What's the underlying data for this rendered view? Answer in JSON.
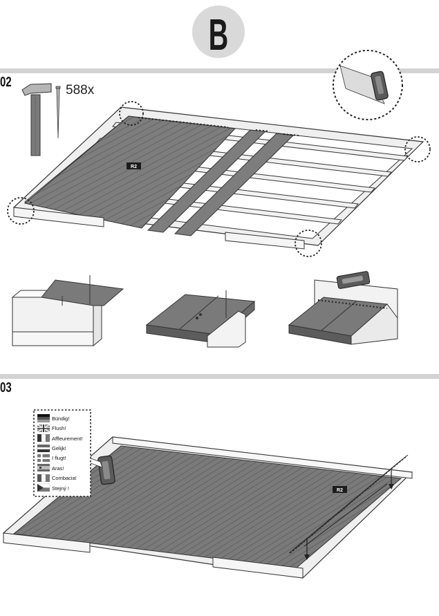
{
  "chapter": {
    "letter": "B"
  },
  "steps": [
    {
      "number": "02",
      "nail_count": "588x",
      "board_label": "R2"
    },
    {
      "number": "03",
      "board_label": "R2"
    }
  ],
  "legend": {
    "items": [
      {
        "flag": "de",
        "text": "Bündig!"
      },
      {
        "flag": "gb",
        "text": "Flush!"
      },
      {
        "flag": "fr",
        "text": "Affleurement!"
      },
      {
        "flag": "nl",
        "text": "Gelijk!"
      },
      {
        "flag": "dk",
        "text": "I flugt!"
      },
      {
        "flag": "es",
        "text": "Aras!"
      },
      {
        "flag": "it",
        "text": "Combacia!"
      },
      {
        "flag": "cz",
        "text": "Stejný !"
      }
    ]
  },
  "colors": {
    "board": "#7d7d7d",
    "board_dark": "#5c5c5c",
    "frame": "#eeeeee",
    "outline": "#333333",
    "divider": "#cfcfcf",
    "circle_bg": "#d9d9d9"
  },
  "icons": [
    "hammer-icon",
    "nail-icon",
    "spacer-tool-icon"
  ]
}
